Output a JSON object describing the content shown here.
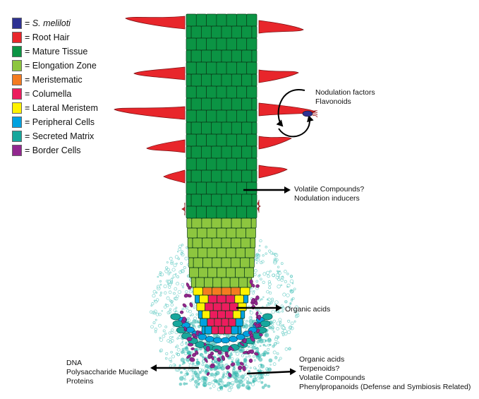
{
  "legend": [
    {
      "label": "= ",
      "italic": "S. meliloti",
      "color": "#2e3192",
      "name": "legend-s-meliloti"
    },
    {
      "label": "= Root Hair",
      "color": "#e8262b",
      "name": "legend-root-hair"
    },
    {
      "label": "= Mature Tissue",
      "color": "#0b9444",
      "name": "legend-mature-tissue"
    },
    {
      "label": "= Elongation Zone",
      "color": "#8dc63f",
      "name": "legend-elongation-zone"
    },
    {
      "label": "= Meristematic",
      "color": "#f47b20",
      "name": "legend-meristematic"
    },
    {
      "label": "= Columella",
      "color": "#ec1c5e",
      "name": "legend-columella"
    },
    {
      "label": "= Lateral Meristem",
      "color": "#fff200",
      "name": "legend-lateral-meristem"
    },
    {
      "label": "= Peripheral Cells",
      "color": "#00a2e0",
      "name": "legend-peripheral-cells"
    },
    {
      "label": "= Secreted Matrix",
      "color": "#17a79c",
      "name": "legend-secreted-matrix"
    },
    {
      "label": "= Border Cells",
      "color": "#92278f",
      "name": "legend-border-cells"
    }
  ],
  "annotations": {
    "nodulation": [
      "Nodulation factors",
      "Flavonoids"
    ],
    "volatile": [
      "Volatile Compounds?",
      "Nodulation inducers"
    ],
    "organic": [
      "Organic acids"
    ],
    "left_tip": [
      "DNA",
      "Polysaccharide Mucilage",
      "Proteins"
    ],
    "right_tip": [
      "Organic acids",
      "Terpenoids?",
      "Volatile Compounds",
      "Phenylpropanoids (Defense and Symbiosis Related)"
    ]
  }
}
